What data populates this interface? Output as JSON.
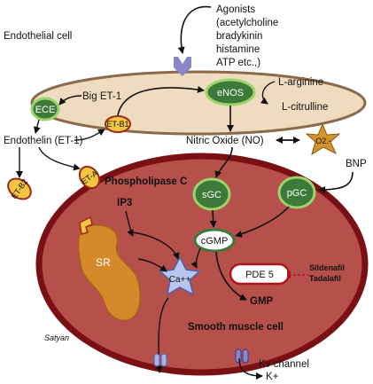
{
  "labels": {
    "endothelial_cell": "Endothelial cell",
    "agonists": [
      "Agonists",
      "(acetylcholine",
      "bradykinin",
      "histamine",
      "ATP etc.,)"
    ],
    "big_et1": "Big ET-1",
    "l_arginine": "L-arginine",
    "l_citrulline": "L-citrulline",
    "endothelin": "Endothelin (ET-1)",
    "nitric_oxide": "Nitric Oxide (NO)",
    "bnp": "BNP",
    "phospholipase": "Phospholipase C",
    "ip3": "IP3",
    "sr": "SR",
    "gmp": "GMP",
    "sildenafil": "Sildenafil",
    "tadalafil": "Tadalafil",
    "smooth_muscle": "Smooth muscle cell",
    "kv_channel": "Kv channel",
    "k_plus": "K+",
    "signature": "Satyan"
  },
  "nodes": {
    "ece": "ECE",
    "enos": "eNOS",
    "etb1": "ET-B1",
    "eta": "ET-A",
    "etb2": "ET-B2",
    "o2": "O2.-",
    "sgc": "sGC",
    "pgc": "pGC",
    "cgmp": "cGMP",
    "pde5": "PDE 5",
    "ca": "Ca++"
  },
  "colors": {
    "endothelial_fill": "#efdcc0",
    "endothelial_stroke": "#8b6a4a",
    "smc_fill": "#b5504a",
    "smc_stroke": "#7a1014",
    "green_node": "#3d7a3a",
    "green_ring": "#9bd46a",
    "receptor_fill": "#f2c640",
    "receptor_stroke": "#9b2a1e",
    "star_fill": "#d4922a",
    "sr_fill": "#d4892a",
    "ca_star": "#b8c6ee",
    "pde5_stroke": "#b0151c",
    "agonist_receptor": "#8a86c8"
  }
}
